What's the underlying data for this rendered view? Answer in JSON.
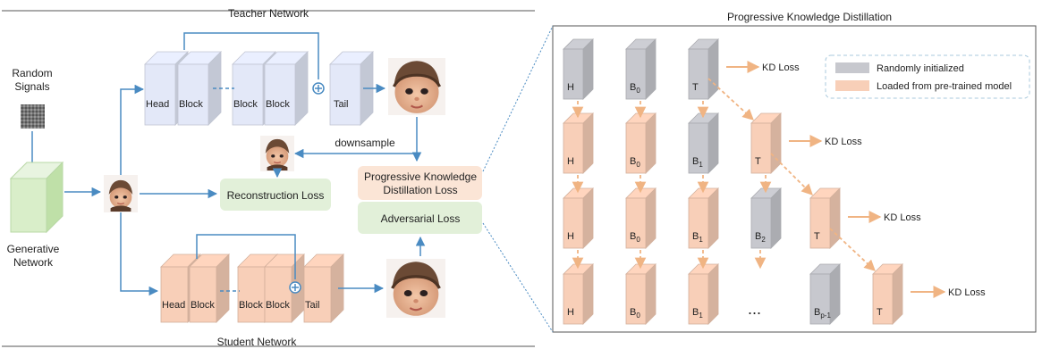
{
  "left": {
    "teacher_title": "Teacher Network",
    "student_title": "Student Network",
    "random_line1": "Random",
    "random_line2": "Signals",
    "gen_line1": "Generative",
    "gen_line2": "Network",
    "head": "Head",
    "block": "Block",
    "tail": "Tail",
    "downsample": "downsample",
    "reconstruction": "Reconstruction Loss",
    "pkd_line1": "Progressive Knowledge",
    "pkd_line2": "Distillation Loss",
    "adversarial": "Adversarial Loss"
  },
  "right": {
    "title": "Progressive Knowledge Distillation",
    "kd": "KD Loss",
    "legend_random": "Randomly initialized",
    "legend_loaded": "Loaded from pre-trained model",
    "H": "H",
    "B": "B",
    "T": "T",
    "sub0": "0",
    "sub1": "1",
    "sub2": "2",
    "subp": "p-1",
    "dots": "..."
  },
  "colors": {
    "blue_block": "#e3e8f8",
    "peach_block": "#f8cfb8",
    "gray_block": "#c7c8ce",
    "loss_green": "#e2f0d9",
    "loss_peach": "#fbe5d6",
    "arrow_blue": "#4a8bc2",
    "arrow_orange": "#f0b483"
  }
}
